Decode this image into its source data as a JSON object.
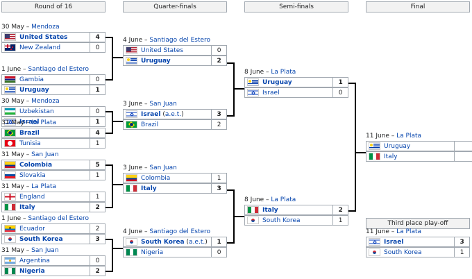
{
  "rounds": {
    "r16": "Round of 16",
    "qf": "Quarter-finals",
    "sf": "Semi-finals",
    "final": "Final",
    "third": "Third place play-off"
  },
  "round_of_16": [
    {
      "date": "30 May – ",
      "city": "Mendoza",
      "teams": [
        {
          "name": "United States",
          "flag": "usa-flag",
          "score": "4",
          "winner": true
        },
        {
          "name": "New Zealand",
          "flag": "new-zealand-flag",
          "score": "0",
          "winner": false
        }
      ]
    },
    {
      "date": "1 June – ",
      "city": "Santiago del Estero",
      "teams": [
        {
          "name": "Gambia",
          "flag": "gambia-flag",
          "score": "0",
          "winner": false
        },
        {
          "name": "Uruguay",
          "flag": "uruguay-flag",
          "score": "1",
          "winner": true
        }
      ]
    },
    {
      "date": "30 May – ",
      "city": "Mendoza",
      "teams": [
        {
          "name": "Uzbekistan",
          "flag": "uzbekistan-flag",
          "score": "0",
          "winner": false
        },
        {
          "name": "Israel",
          "flag": "israel-flag",
          "score": "1",
          "winner": true
        }
      ]
    },
    {
      "date": "31 May – ",
      "city": "La Plata",
      "teams": [
        {
          "name": "Brazil",
          "flag": "brazil-flag",
          "score": "4",
          "winner": true
        },
        {
          "name": "Tunisia",
          "flag": "tunisia-flag",
          "score": "1",
          "winner": false
        }
      ]
    },
    {
      "date": "31 May – ",
      "city": "San Juan",
      "teams": [
        {
          "name": "Colombia",
          "flag": "colombia-flag",
          "score": "5",
          "winner": true
        },
        {
          "name": "Slovakia",
          "flag": "slovakia-flag",
          "score": "1",
          "winner": false
        }
      ]
    },
    {
      "date": "31 May – ",
      "city": "La Plata",
      "teams": [
        {
          "name": "England",
          "flag": "england-flag",
          "score": "1",
          "winner": false
        },
        {
          "name": "Italy",
          "flag": "italy-flag",
          "score": "2",
          "winner": true
        }
      ]
    },
    {
      "date": "1 June – ",
      "city": "Santiago del Estero",
      "teams": [
        {
          "name": "Ecuador",
          "flag": "ecuador-flag",
          "score": "2",
          "winner": false
        },
        {
          "name": "South Korea",
          "flag": "south-korea-flag",
          "score": "3",
          "winner": true
        }
      ]
    },
    {
      "date": "31 May – ",
      "city": "San Juan",
      "teams": [
        {
          "name": "Argentina",
          "flag": "argentina-flag",
          "score": "0",
          "winner": false
        },
        {
          "name": "Nigeria",
          "flag": "nigeria-flag",
          "score": "2",
          "winner": true
        }
      ]
    }
  ],
  "quarter_finals": [
    {
      "date": "4 June – ",
      "city": "Santiago del Estero",
      "teams": [
        {
          "name": "United States",
          "flag": "usa-flag",
          "score": "0",
          "winner": false
        },
        {
          "name": "Uruguay",
          "flag": "uruguay-flag",
          "score": "2",
          "winner": true
        }
      ]
    },
    {
      "date": "3 June – ",
      "city": "San Juan",
      "teams": [
        {
          "name": "Israel",
          "flag": "israel-flag",
          "score": "3",
          "winner": true,
          "aet": "a.e.t."
        },
        {
          "name": "Brazil",
          "flag": "brazil-flag",
          "score": "2",
          "winner": false
        }
      ]
    },
    {
      "date": "3 June – ",
      "city": "San Juan",
      "teams": [
        {
          "name": "Colombia",
          "flag": "colombia-flag",
          "score": "1",
          "winner": false
        },
        {
          "name": "Italy",
          "flag": "italy-flag",
          "score": "3",
          "winner": true
        }
      ]
    },
    {
      "date": "4 June – ",
      "city": "Santiago del Estero",
      "teams": [
        {
          "name": "South Korea",
          "flag": "south-korea-flag",
          "score": "1",
          "winner": true,
          "aet": "a.e.t."
        },
        {
          "name": "Nigeria",
          "flag": "nigeria-flag",
          "score": "0",
          "winner": false
        }
      ]
    }
  ],
  "semi_finals": [
    {
      "date": "8 June – ",
      "city": "La Plata",
      "teams": [
        {
          "name": "Uruguay",
          "flag": "uruguay-flag",
          "score": "1",
          "winner": true
        },
        {
          "name": "Israel",
          "flag": "israel-flag",
          "score": "0",
          "winner": false
        }
      ]
    },
    {
      "date": "8 June – ",
      "city": "La Plata",
      "teams": [
        {
          "name": "Italy",
          "flag": "italy-flag",
          "score": "2",
          "winner": true
        },
        {
          "name": "South Korea",
          "flag": "south-korea-flag",
          "score": "1",
          "winner": false
        }
      ]
    }
  ],
  "final": [
    {
      "date": "11 June – ",
      "city": "La Plata",
      "teams": [
        {
          "name": "Uruguay",
          "flag": "uruguay-flag",
          "score": "",
          "winner": false
        },
        {
          "name": "Italy",
          "flag": "italy-flag",
          "score": "",
          "winner": false
        }
      ]
    }
  ],
  "third_place": [
    {
      "date": "11 June – ",
      "city": "La Plata",
      "teams": [
        {
          "name": "Israel",
          "flag": "israel-flag",
          "score": "3",
          "winner": true
        },
        {
          "name": "South Korea",
          "flag": "south-korea-flag",
          "score": "1",
          "winner": false
        }
      ]
    }
  ],
  "colors": {
    "link": "#0645ad",
    "border": "#a2a9b1",
    "header_bg": "#f2f2f2",
    "line": "#000000"
  }
}
